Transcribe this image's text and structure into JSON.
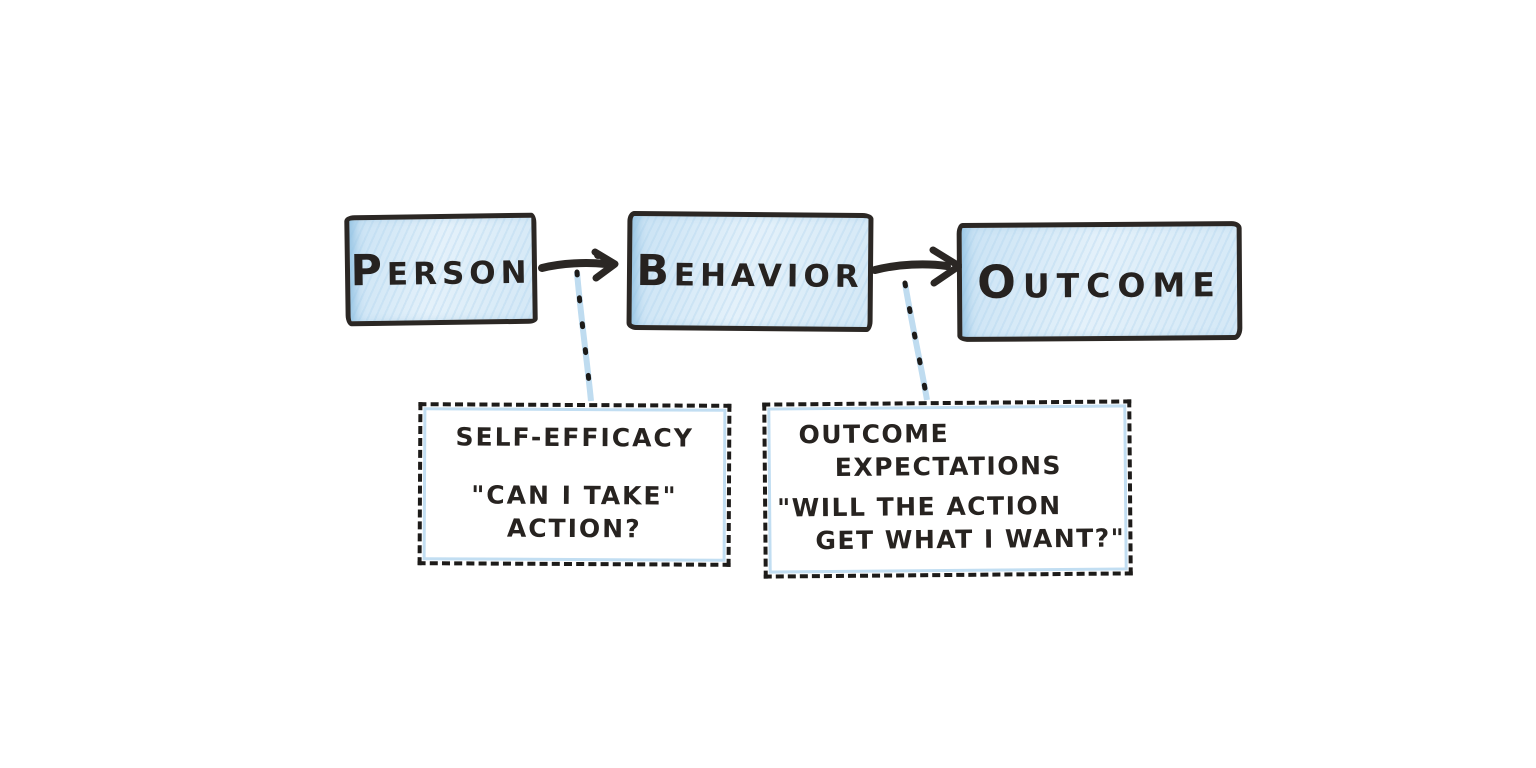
{
  "palette": {
    "paper": "#ffffff",
    "ink": "#2b2724",
    "node_fill_blue": "#d9eaf6",
    "pencil_blue": "#c2def2"
  },
  "flow": {
    "nodes": [
      {
        "id": "person",
        "label": "PERSON"
      },
      {
        "id": "behavior",
        "label": "BEHAVIOR"
      },
      {
        "id": "outcome",
        "label": "OUTCOME"
      }
    ],
    "links": [
      {
        "from": "PERSON",
        "to": "BEHAVIOR",
        "style": "solid-arrow"
      },
      {
        "from": "BEHAVIOR",
        "to": "OUTCOME",
        "style": "solid-arrow"
      },
      {
        "from": "PERSON-BEHAVIOR arrow",
        "to": "SELF-EFFICACY note",
        "style": "dotted-line"
      },
      {
        "from": "BEHAVIOR-OUTCOME arrow",
        "to": "OUTCOME EXPECTATIONS note",
        "style": "dotted-line"
      }
    ]
  },
  "annotations": [
    {
      "id": "self-efficacy",
      "title_lines": [
        "SELF-EFFICACY"
      ],
      "quote_lines": [
        "\"CAN I TAKE\"",
        "ACTION?"
      ]
    },
    {
      "id": "outcome-expectations",
      "title_lines": [
        "OUTCOME",
        "EXPECTATIONS"
      ],
      "quote_lines": [
        "\"WILL THE ACTION",
        "GET WHAT I WANT?\""
      ]
    }
  ]
}
